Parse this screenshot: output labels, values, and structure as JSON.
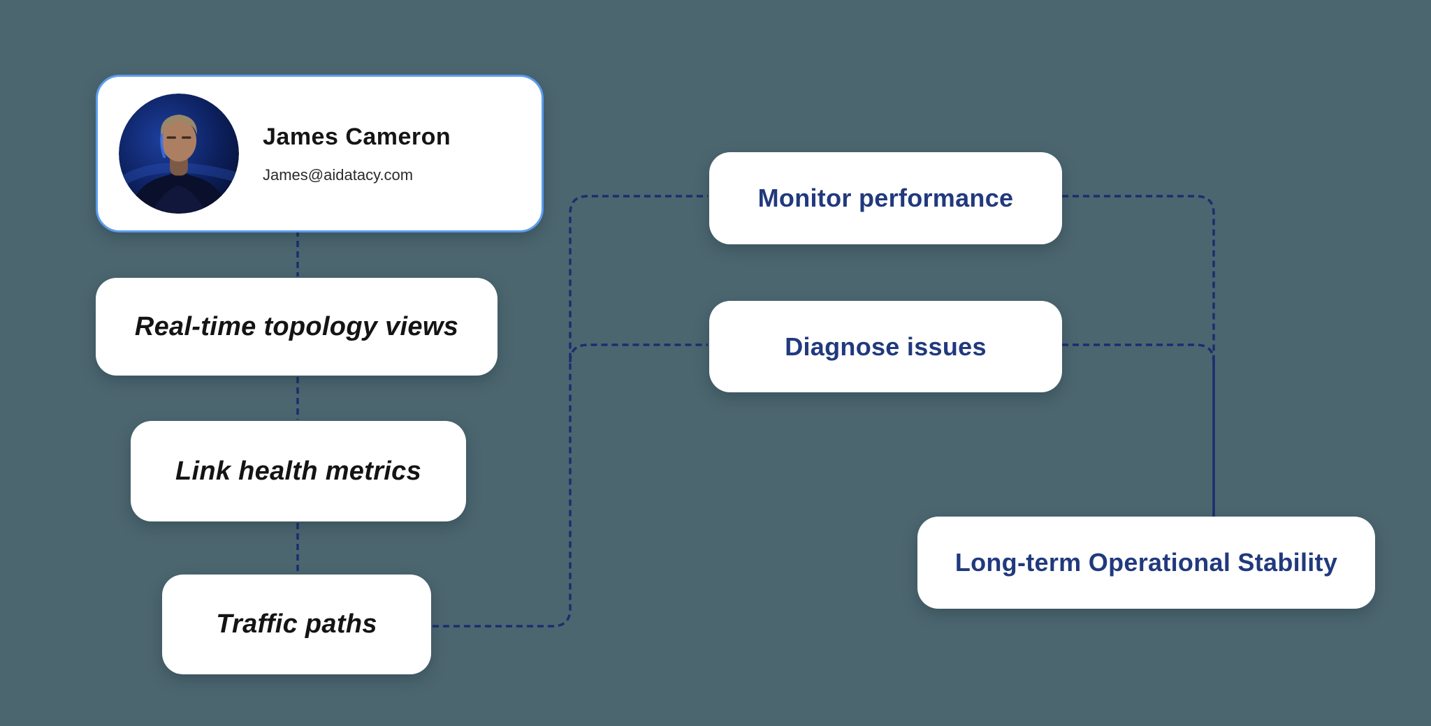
{
  "diagram_title": "network-topology-benefits-mindmap",
  "background_color": "#4c6670",
  "profile_card": {
    "name": "James Cameron",
    "email": "James@aidatacy.com",
    "avatar": "portrait-man-dark-blue-studio"
  },
  "feature_nodes": [
    {
      "label": "Real-time topology views"
    },
    {
      "label": "Link health metrics"
    },
    {
      "label": "Traffic paths"
    }
  ],
  "action_nodes": [
    {
      "label": "Monitor performance"
    },
    {
      "label": "Diagnose issues"
    }
  ],
  "outcome_node": {
    "label": "Long-term Operational Stability"
  },
  "colors": {
    "accent_gradient_start": "#c9bc85",
    "accent_gradient_mid": "#aac1a0",
    "accent_gradient_end": "#58b5c9",
    "connector": "#1b2f6e",
    "action_text": "#21397d",
    "feature_text": "#141414",
    "profile_card_border": "#5b9df0",
    "card_background": "#ffffff"
  }
}
